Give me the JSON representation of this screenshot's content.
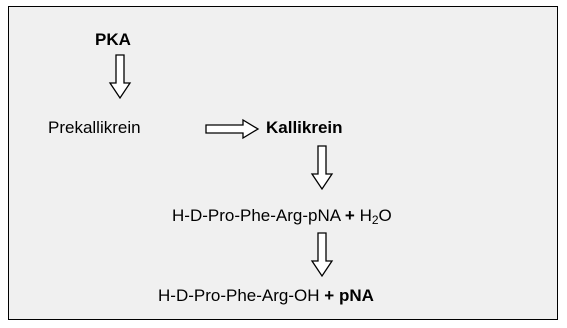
{
  "diagram": {
    "pka": "PKA",
    "prekallikrein": "Prekallikrein",
    "kallikrein": "Kallikrein",
    "substrate": "H-D-Pro-Phe-Arg-pNA",
    "plus1": "+",
    "water_h": "H",
    "water_sub": "2",
    "water_o": "O",
    "product": "H-D-Pro-Phe-Arg-OH",
    "plus2": "+",
    "pna": "pNA"
  }
}
